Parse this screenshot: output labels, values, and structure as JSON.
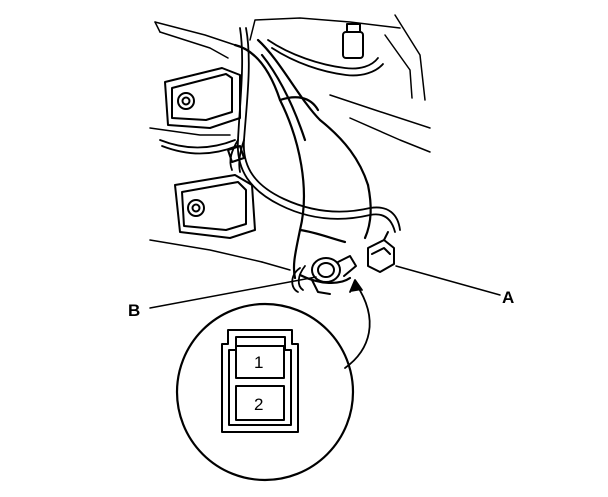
{
  "callouts": {
    "a": "A",
    "b": "B"
  },
  "connector": {
    "pin1": "1",
    "pin2": "2"
  },
  "colors": {
    "line": "#000000",
    "background": "#ffffff"
  }
}
